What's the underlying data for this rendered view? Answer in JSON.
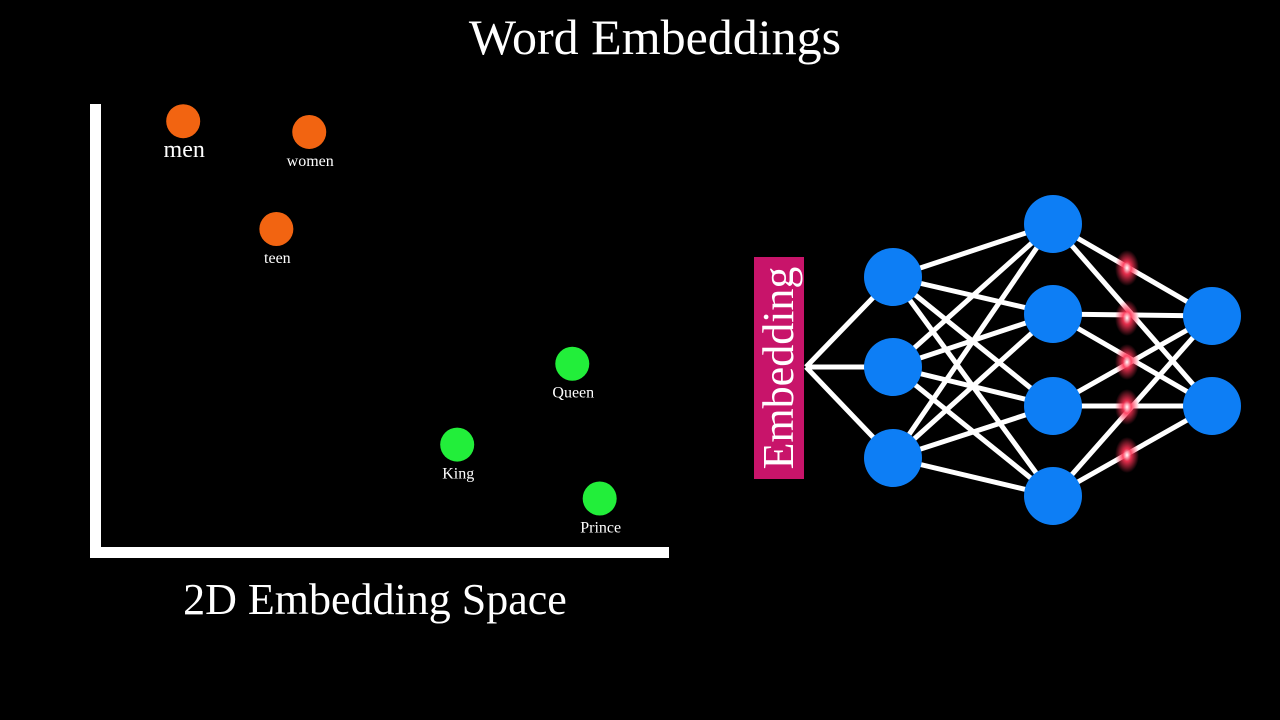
{
  "title": "Word Embeddings",
  "space_label": "2D Embedding Space",
  "embedding_label": "Embedding",
  "colors": {
    "background": "#000000",
    "axis": "#ffffff",
    "group_a": "#f26411",
    "group_b": "#22ee3a",
    "neuron": "#0d7ef5",
    "embedding_box": "#c8146a",
    "highlight": "#ff3355"
  },
  "words": [
    {
      "label": "men",
      "group": "group_a",
      "x": 1.5,
      "y": 7.9,
      "large_label": true
    },
    {
      "label": "women",
      "group": "group_a",
      "x": 3.8,
      "y": 7.7
    },
    {
      "label": "teen",
      "group": "group_a",
      "x": 3.2,
      "y": 5.9
    },
    {
      "label": "Queen",
      "group": "group_b",
      "x": 8.6,
      "y": 3.4
    },
    {
      "label": "King",
      "group": "group_b",
      "x": 6.5,
      "y": 1.9
    },
    {
      "label": "Prince",
      "group": "group_b",
      "x": 9.1,
      "y": 0.9
    }
  ],
  "network": {
    "layers": [
      3,
      4,
      2
    ]
  }
}
